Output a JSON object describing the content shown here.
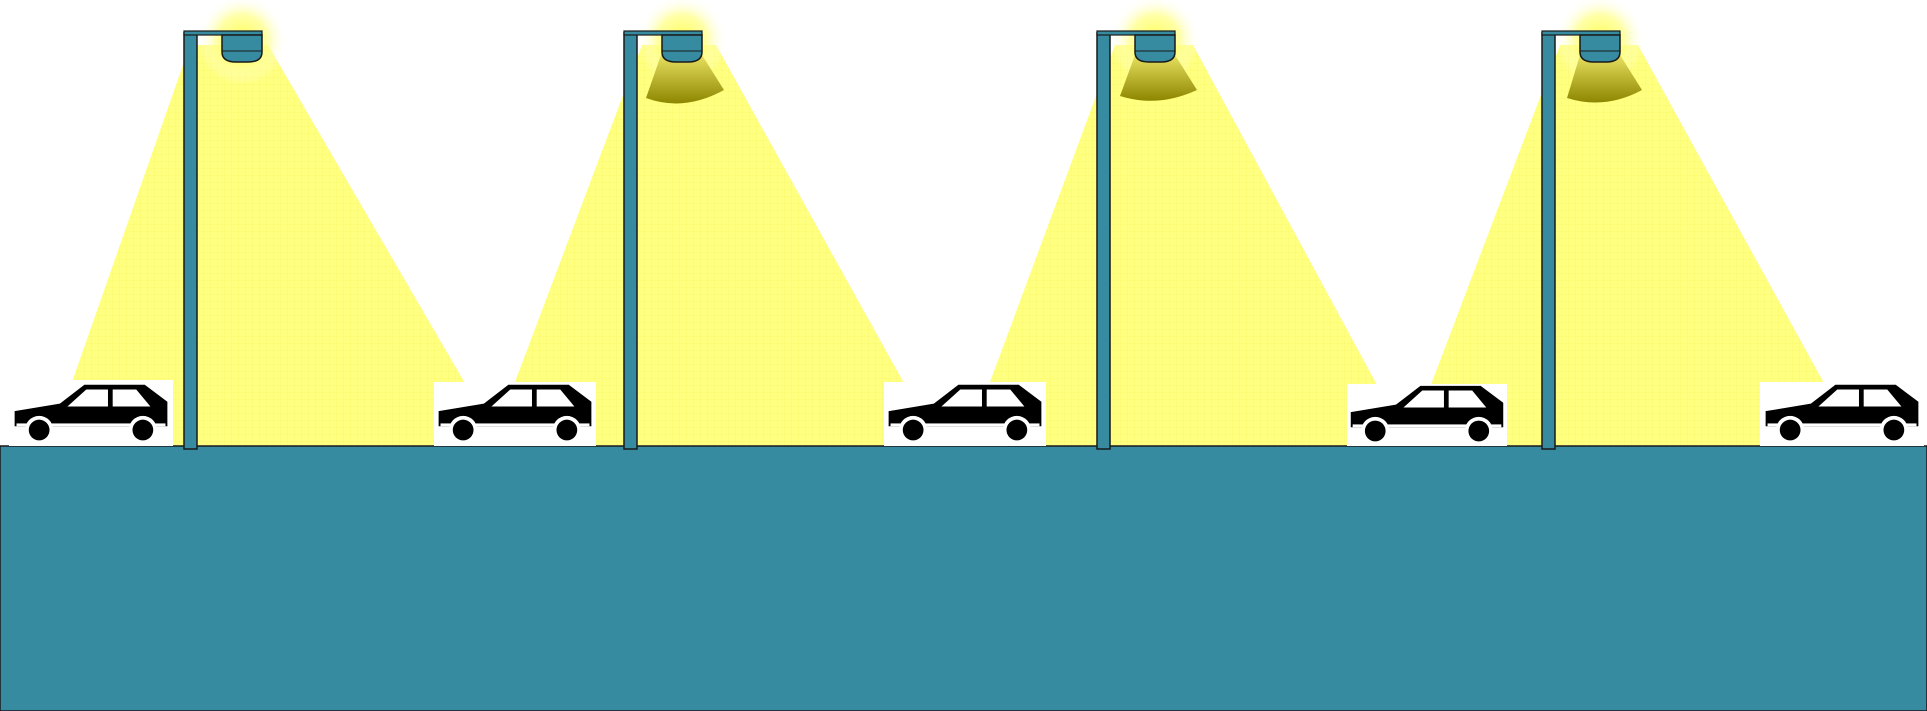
{
  "scene": {
    "streetlights": [
      {
        "id": "lamp-1",
        "head_shade": false
      },
      {
        "id": "lamp-2",
        "head_shade": true
      },
      {
        "id": "lamp-3",
        "head_shade": true
      },
      {
        "id": "lamp-4",
        "head_shade": true
      }
    ],
    "cars": [
      "car-1",
      "car-2",
      "car-3",
      "car-4",
      "car-5"
    ]
  },
  "colors": {
    "ground": "#368BA0",
    "pole": "#368BA0",
    "light_beam": "#FFFF80",
    "glow": "#FFFF66",
    "shade": "#9A9400",
    "car": "#000000",
    "outline": "#1a1a1a"
  }
}
